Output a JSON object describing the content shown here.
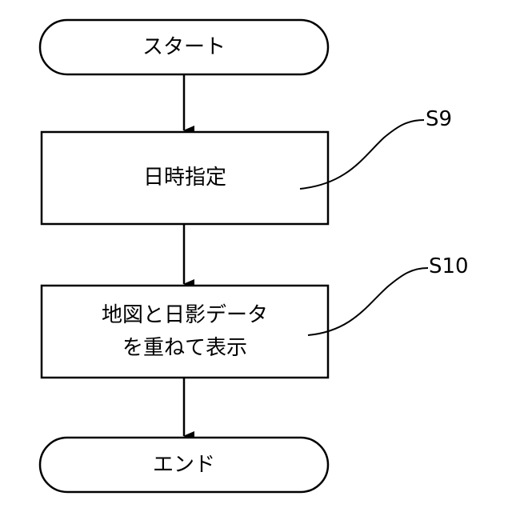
{
  "flowchart": {
    "start": {
      "label": "スタート"
    },
    "steps": [
      {
        "id": "S9",
        "line1": "日時指定",
        "line2": ""
      },
      {
        "id": "S10",
        "line1": "地図と日影データ",
        "line2": "を重ねて表示"
      }
    ],
    "end": {
      "label": "エンド"
    }
  }
}
